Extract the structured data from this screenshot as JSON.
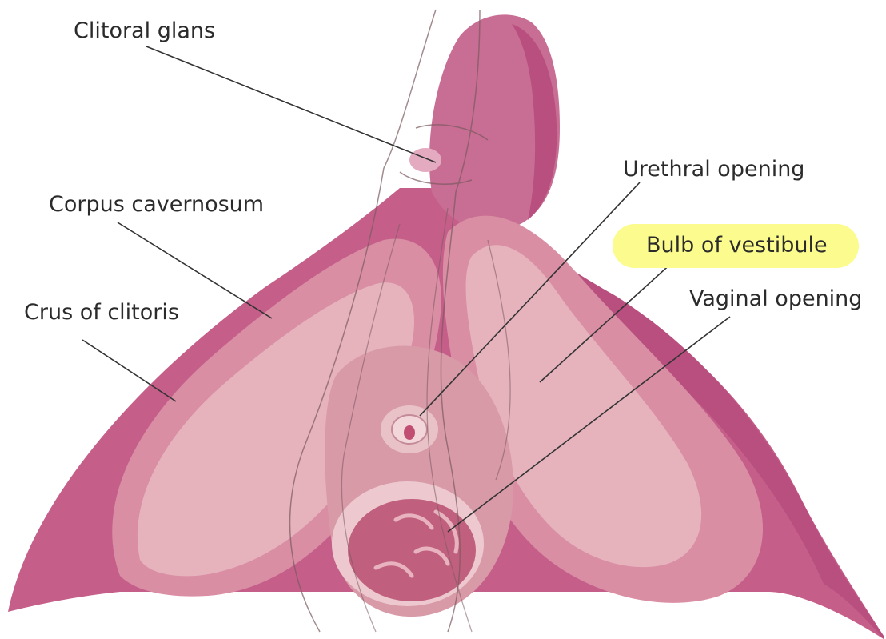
{
  "labels": {
    "clitoral_glans": "Clitoral glans",
    "urethral_opening": "Urethral opening",
    "corpus_cavernosum": "Corpus cavernosum",
    "bulb_of_vestibule": "Bulb of vestibule",
    "vaginal_opening": "Vaginal opening",
    "crus_of_clitoris": "Crus of clitoris"
  },
  "colors": {
    "highlight": "#fbfb8e",
    "outer_tissue": "#c55f8a",
    "outer_tissue_dark": "#b84f7e",
    "mid_tissue": "#d98ea4",
    "inner_tissue": "#e6b3bd",
    "leader_line": "#333333"
  }
}
